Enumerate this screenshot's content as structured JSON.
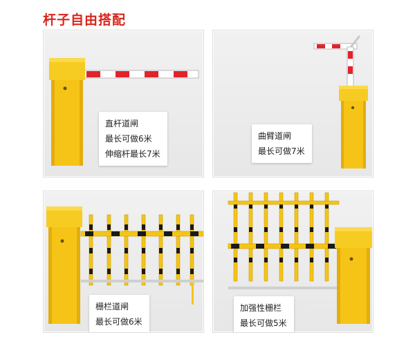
{
  "page_title": "杆子自由搭配",
  "panels": {
    "straight_pole": {
      "title": "直杆道闸",
      "lines": [
        "最长可做6米",
        "伸缩杆最长7米"
      ]
    },
    "folding_arm": {
      "title": "曲臂道闸",
      "lines": [
        "最长可做7米"
      ]
    },
    "fence": {
      "title": "栅栏道闸",
      "lines": [
        "最长可做6米"
      ]
    },
    "reinforced_fence": {
      "title": "加强性栅栏",
      "lines": [
        "最长可做5米"
      ]
    }
  },
  "colors": {
    "title_red": "#d9261c",
    "cabinet_yellow": "#f5c417",
    "stripe_red": "#e0242a",
    "fence_black": "#1a1a1a"
  }
}
